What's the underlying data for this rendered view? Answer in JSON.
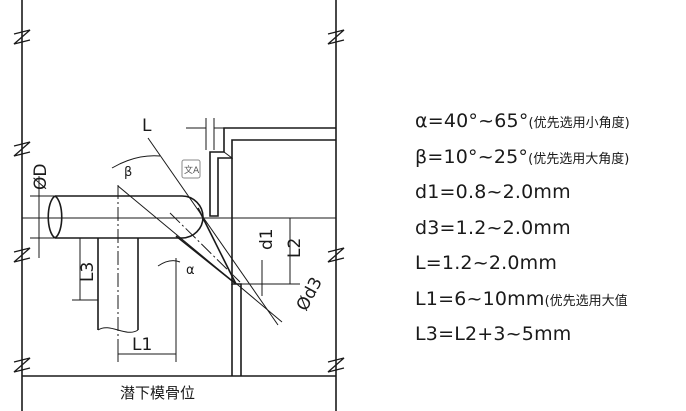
{
  "diagram": {
    "labels": {
      "L": "L",
      "phiD": "ØD",
      "beta": "β",
      "alpha": "α",
      "d1": "d1",
      "L2": "L2",
      "L3": "L3",
      "phid3": "Ød3",
      "L1": "L1"
    },
    "caption": "潜下模骨位",
    "translate_icon": "文A"
  },
  "formulas": [
    {
      "text": "α=40°~65°",
      "note": "(优先选用小角度)"
    },
    {
      "text": "β=10°~25°",
      "note": "(优先选用大角度)"
    },
    {
      "text": "d1=0.8~2.0mm",
      "note": ""
    },
    {
      "text": "d3=1.2~2.0mm",
      "note": ""
    },
    {
      "text": "L=1.2~2.0mm",
      "note": ""
    },
    {
      "text": "L1=6~10mm",
      "note": "(优先选用大值"
    },
    {
      "text": "L3=L2+3~5mm",
      "note": ""
    }
  ]
}
